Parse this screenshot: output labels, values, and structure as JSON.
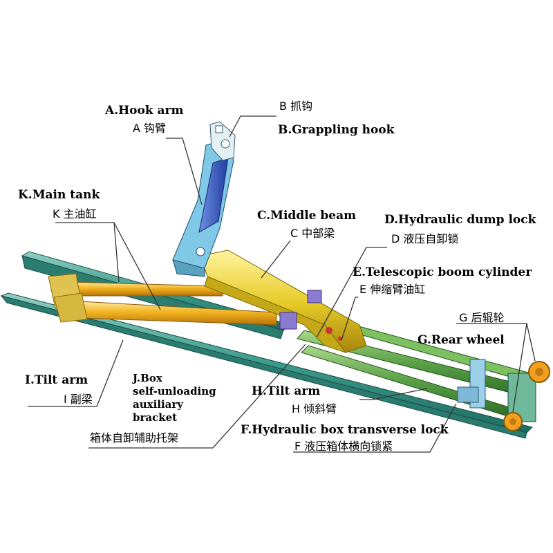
{
  "labels": {
    "a_en": "A.Hook arm",
    "a_zh": "A 钩臂",
    "b_zh": "B 抓钩",
    "b_en": "B.Grappling hook",
    "k_en": "K.Main tank",
    "k_zh": "K 主油缸",
    "c_en": "C.Middle beam",
    "c_zh": "C 中部梁",
    "d_en": "D.Hydraulic dump lock",
    "d_zh": "D 液压自卸锁",
    "e_en": "E.Telescopic boom cylinder",
    "e_zh": "E 伸缩臂油缸",
    "g_zh": "G 后辊轮",
    "g_en": "G.Rear wheel",
    "i_en": "I.Tilt arm",
    "i_zh": "I 副梁",
    "j_en_1": "J.Box",
    "j_en_2": "self-unloading",
    "j_en_3": "auxiliary",
    "j_en_4": "bracket",
    "j_zh": "箱体自卸辅助托架",
    "h_en": "H.Tilt arm",
    "h_zh": "H 倾斜臂",
    "f_en": "F.Hydraulic box transverse lock",
    "f_zh": "F 液压箱体横向锁紧"
  }
}
